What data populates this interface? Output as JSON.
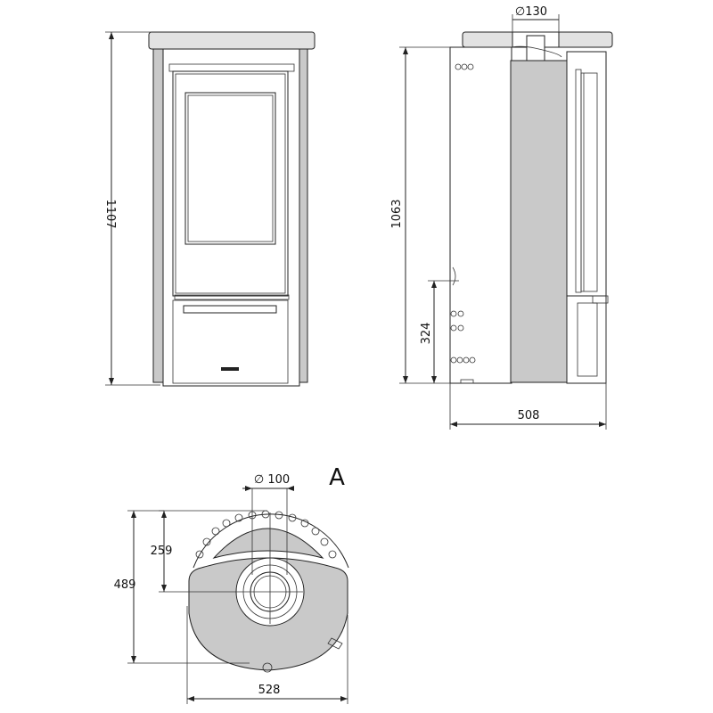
{
  "front_view": {
    "height_dim": "1107"
  },
  "side_view": {
    "height_dim": "1063",
    "outlet_dim": "∅130",
    "inlet_height_dim": "324",
    "depth_dim": "508"
  },
  "top_view": {
    "title": "A",
    "pipe_dim": "∅ 100",
    "center_dim": "259",
    "depth_dim": "489",
    "width_dim": "528"
  }
}
